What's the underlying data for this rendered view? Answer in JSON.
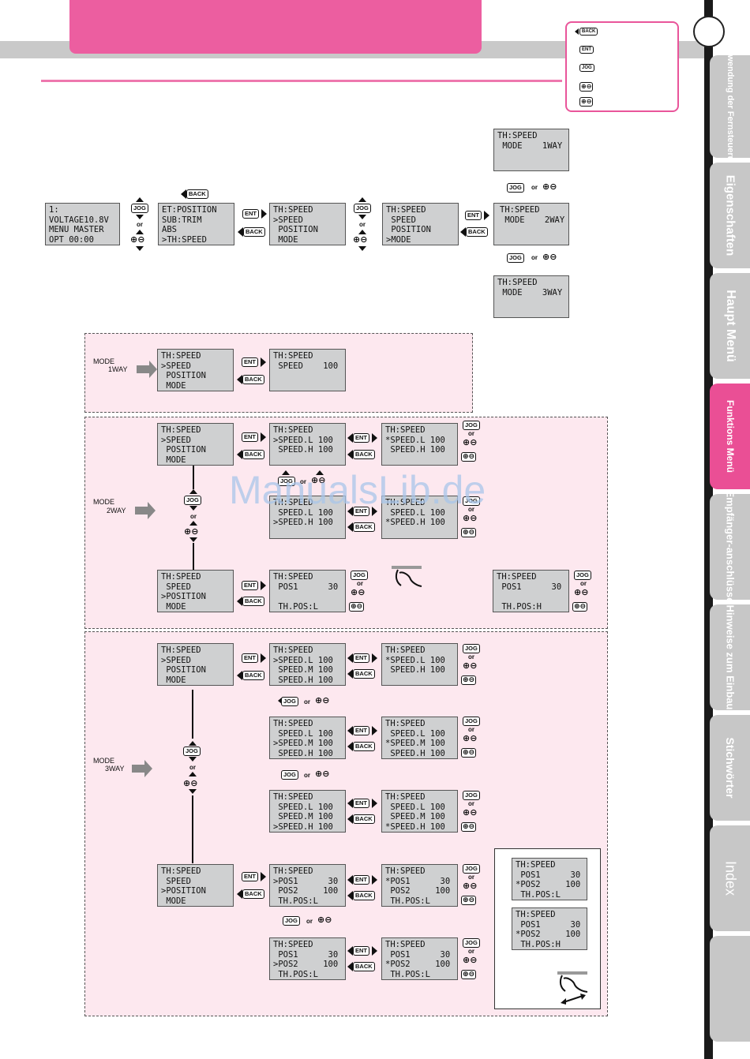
{
  "watermark": "ManualsLib.de",
  "sidebar": {
    "tabs": [
      "Verwendung der Fernsteuerung",
      "Eigenschaften",
      "Haupt Menü",
      "Funktions Menü",
      "Empfänger-anschlüsse",
      "Hinweise zum Einbau",
      "Stichwörter",
      "Index"
    ],
    "active_index": 3
  },
  "keys": {
    "back": "BACK",
    "ent": "ENT",
    "jog": "JOG",
    "or": "or",
    "pm": "⊕⊖"
  },
  "mode_labels": {
    "m1": "MODE",
    "m1b": "1WAY",
    "m2": "MODE",
    "m2b": "2WAY",
    "m3": "MODE",
    "m3b": "3WAY"
  },
  "screens": {
    "home": "1:\nVOLTAGE10.8V\nMENU MASTER\nOPT 00:00",
    "et": "ET:POSITION\nSUB:TRIM\nABS\n>TH:SPEED",
    "top1": "TH:SPEED\n>SPEED\n POSITION\n MODE",
    "top2": "TH:SPEED\n SPEED\n POSITION\n>MODE",
    "mode1": "TH:SPEED\n MODE    1WAY",
    "mode2": "TH:SPEED\n MODE    2WAY",
    "mode3": "TH:SPEED\n MODE    3WAY",
    "w1_menu": "TH:SPEED\n>SPEED\n POSITION\n MODE",
    "w1_speed": "TH:SPEED\n SPEED    100",
    "w2_menu": "TH:SPEED\n>SPEED\n POSITION\n MODE",
    "w2_a": "TH:SPEED\n>SPEED.L 100\n SPEED.H 100",
    "w2_b": "TH:SPEED\n*SPEED.L 100\n SPEED.H 100",
    "w2_c": "TH:SPEED\n SPEED.L 100\n>SPEED.H 100",
    "w2_d": "TH:SPEED\n SPEED.L 100\n*SPEED.H 100",
    "w2_pmenu": "TH:SPEED\n SPEED\n>POSITION\n MODE",
    "w2_pos": "TH:SPEED\n POS1      30\n\n TH.POS:L",
    "w2_posH": "TH:SPEED\n POS1      30\n\n TH.POS:H",
    "w3_menu": "TH:SPEED\n>SPEED\n POSITION\n MODE",
    "w3_a": "TH:SPEED\n>SPEED.L 100\n SPEED.M 100\n SPEED.H 100",
    "w3_b": "TH:SPEED\n*SPEED.L 100\n SPEED.H 100",
    "w3_c": "TH:SPEED\n SPEED.L 100\n>SPEED.M 100\n SPEED.H 100",
    "w3_d": "TH:SPEED\n SPEED.L 100\n*SPEED.M 100\n SPEED.H 100",
    "w3_e": "TH:SPEED\n SPEED.L 100\n SPEED.M 100\n>SPEED.H 100",
    "w3_f": "TH:SPEED\n SPEED.L 100\n SPEED.M 100\n*SPEED.H 100",
    "w3_pmenu": "TH:SPEED\n SPEED\n>POSITION\n MODE",
    "w3_p1": "TH:SPEED\n>POS1      30\n POS2     100\n TH.POS:L",
    "w3_p2": "TH:SPEED\n*POS1      30\n POS2     100\n TH.POS:L",
    "w3_p3": "TH:SPEED\n POS1      30\n>POS2     100\n TH.POS:L",
    "w3_p4": "TH:SPEED\n POS1      30\n*POS2     100\n TH.POS:L",
    "w3_side1": "TH:SPEED\n POS1      30\n*POS2     100\n TH.POS:L",
    "w3_side2": "TH:SPEED\n POS1      30\n*POS2     100\n TH.POS:H"
  }
}
